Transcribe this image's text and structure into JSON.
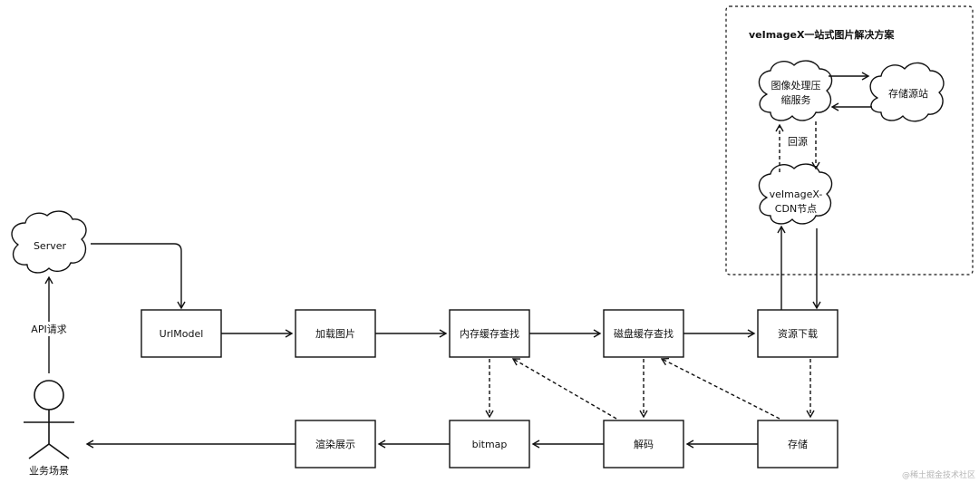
{
  "region": {
    "title": "veImageX一站式图片解决方案"
  },
  "clouds": {
    "server": "Server",
    "processing": [
      "图像处理压",
      "缩服务"
    ],
    "origin": "存储源站",
    "cdn": [
      "veImageX-",
      "CDN节点"
    ]
  },
  "boxes": {
    "urlmodel": "UrlModel",
    "load": "加载图片",
    "mem_lookup": "内存缓存查找",
    "disk_lookup": "磁盘缓存查找",
    "download": "资源下载",
    "render": "渲染展示",
    "bitmap": "bitmap",
    "decode": "解码",
    "store": "存储"
  },
  "labels": {
    "api_request": "API请求",
    "back_to_origin": "回源",
    "actor": "业务场景"
  },
  "watermark": "@稀土掘金技术社区"
}
